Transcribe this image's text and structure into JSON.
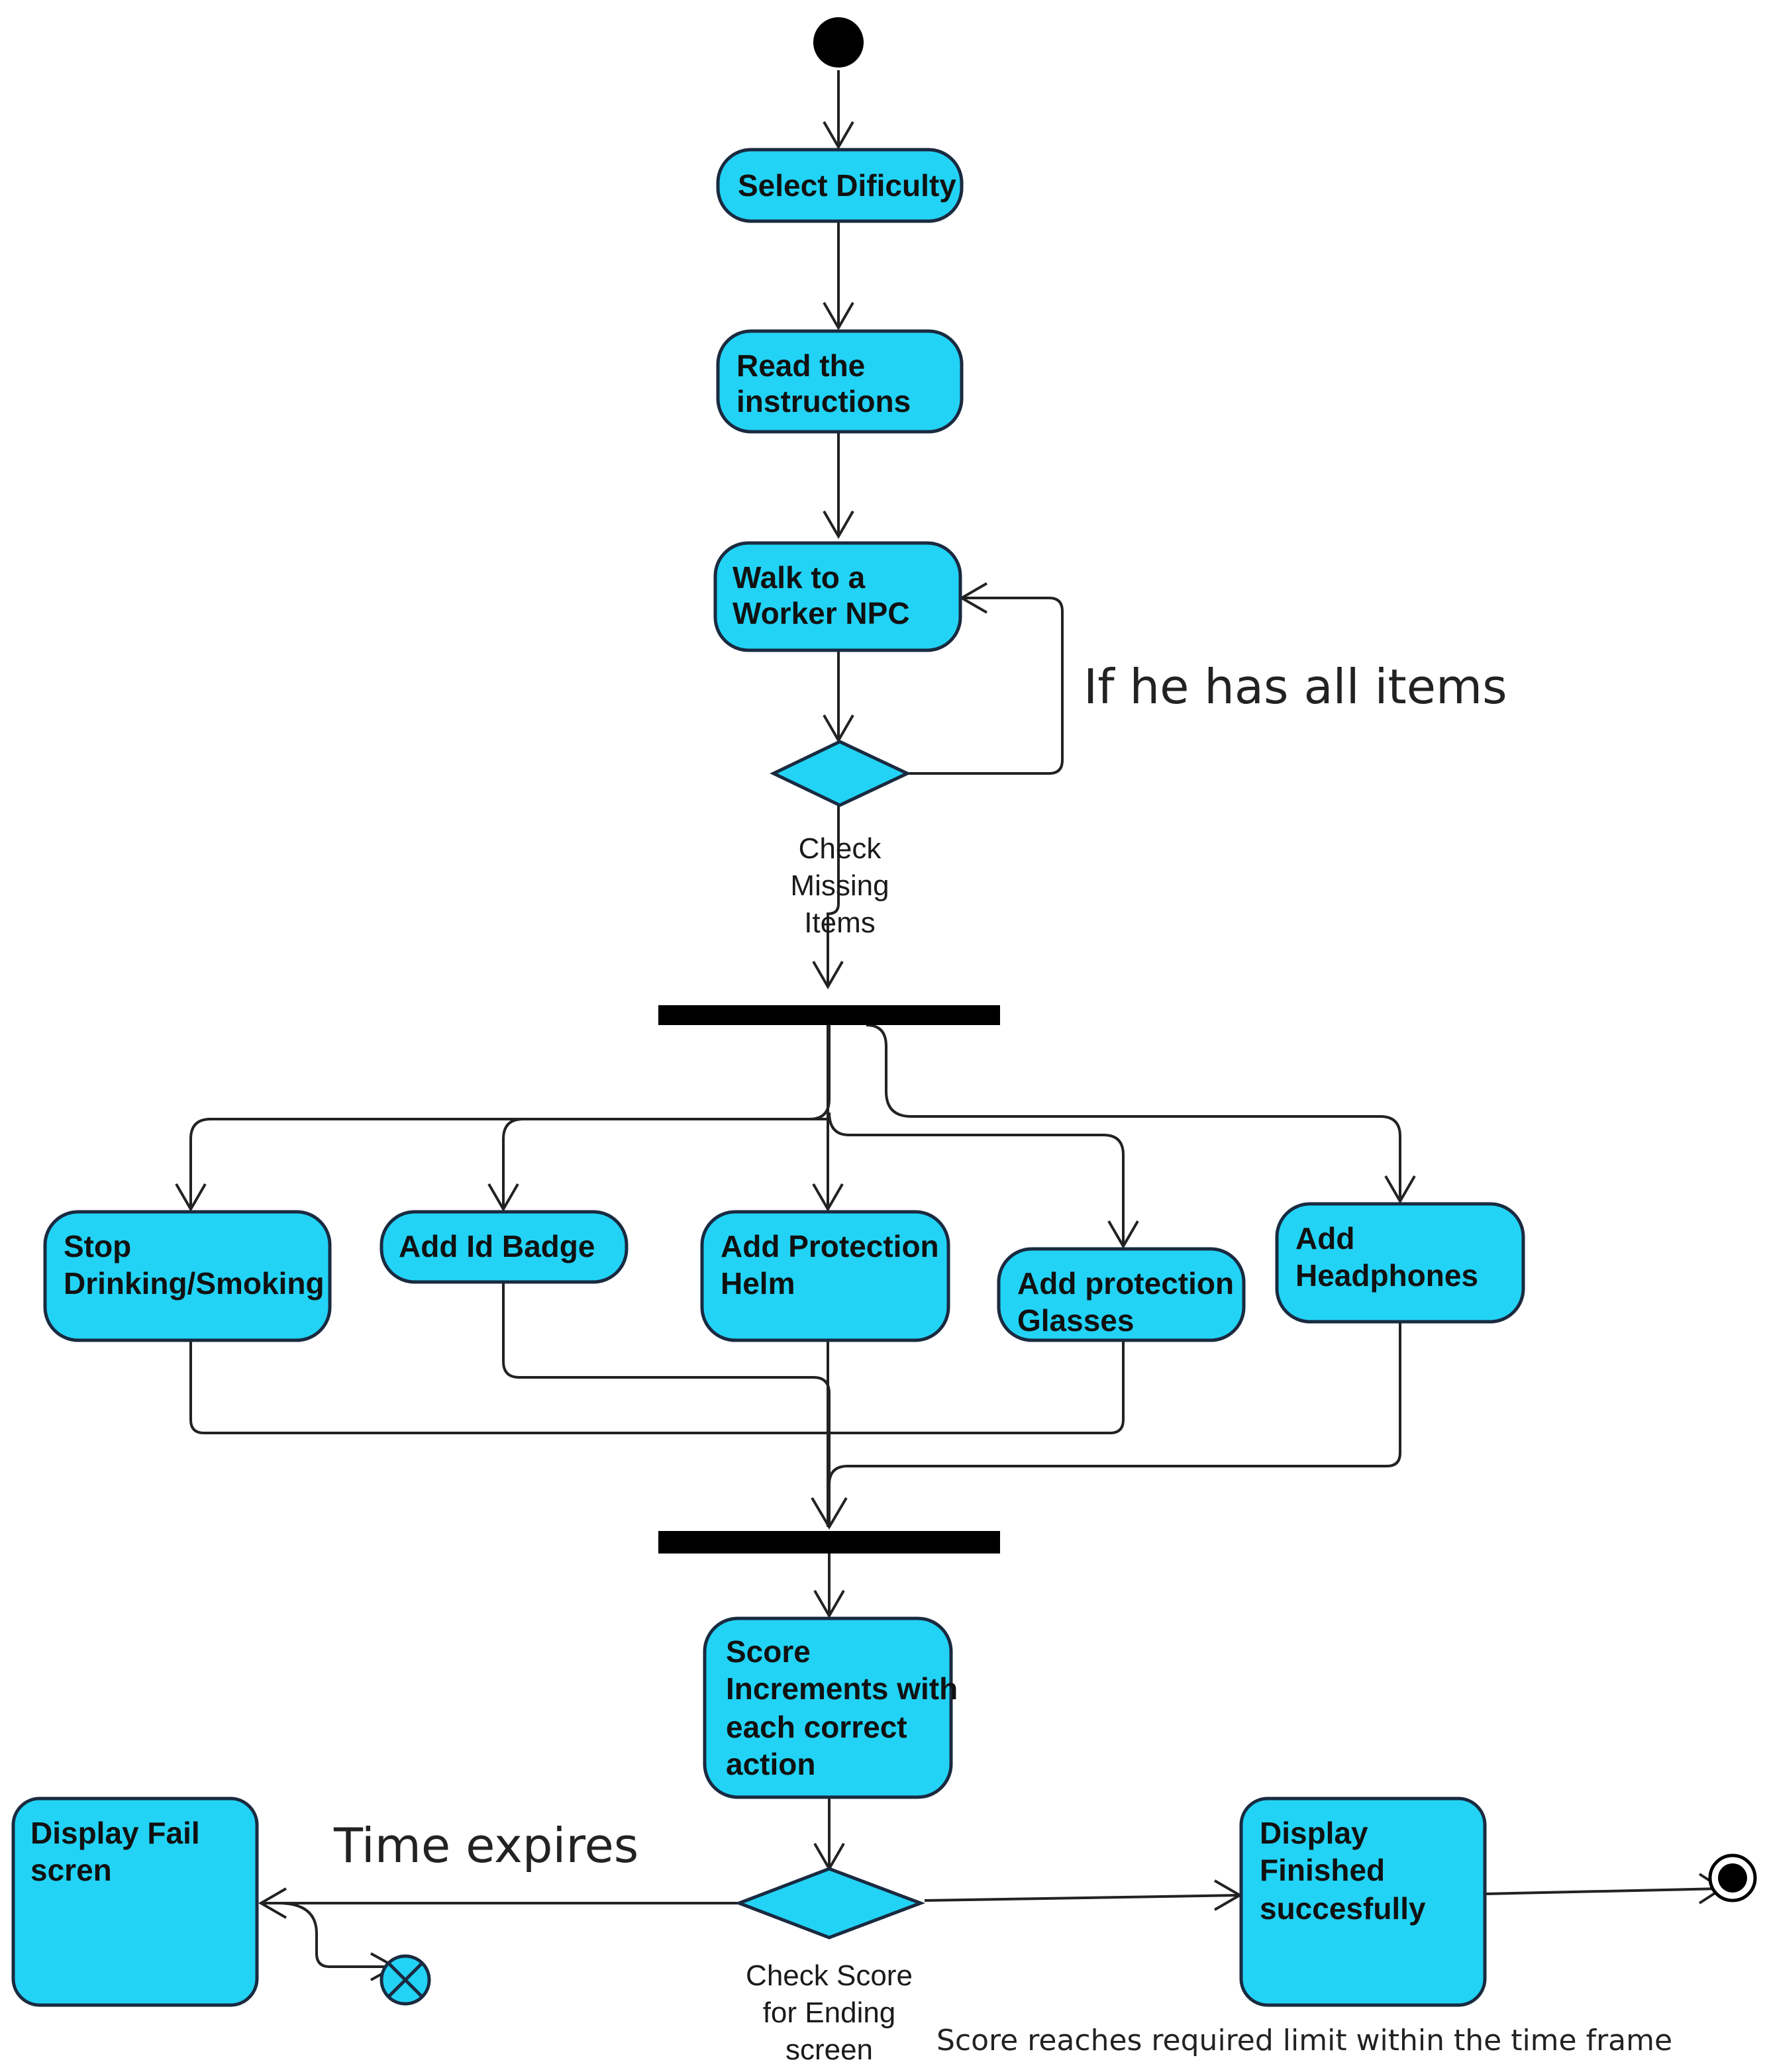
{
  "colors": {
    "activity_fill": "#22d3f5",
    "outline": "#1a2a40",
    "bar": "#000000",
    "line": "#222222"
  },
  "nodes": {
    "select_difficulty": {
      "lines": [
        "Select Dificulty"
      ]
    },
    "read_instructions": {
      "lines": [
        "Read the",
        "instructions"
      ]
    },
    "walk_to_worker": {
      "lines": [
        "Walk to a",
        "Worker NPC"
      ]
    },
    "check_missing_items": {
      "lines": [
        "Check",
        "Missing",
        "Items"
      ]
    },
    "stop_drinking": {
      "lines": [
        "Stop",
        "Drinking/Smoking"
      ]
    },
    "add_id_badge": {
      "lines": [
        "Add Id Badge"
      ]
    },
    "add_protection_helm": {
      "lines": [
        "Add Protection",
        "Helm"
      ]
    },
    "add_protection_glasses": {
      "lines": [
        "Add protection",
        "Glasses"
      ]
    },
    "add_headphones": {
      "lines": [
        "Add",
        "Headphones"
      ]
    },
    "score_increments": {
      "lines": [
        "Score",
        "Increments with",
        "each correct",
        "action"
      ]
    },
    "check_score": {
      "lines": [
        "Check Score",
        "for Ending",
        "screen"
      ]
    },
    "display_fail": {
      "lines": [
        "Display Fail",
        "scren"
      ]
    },
    "display_finished": {
      "lines": [
        "Display",
        "Finished",
        "succesfully"
      ]
    }
  },
  "edge_labels": {
    "all_items": "If he has all items",
    "time_expires": "Time expires",
    "score_reached": "Score reaches required limit within the time frame"
  }
}
